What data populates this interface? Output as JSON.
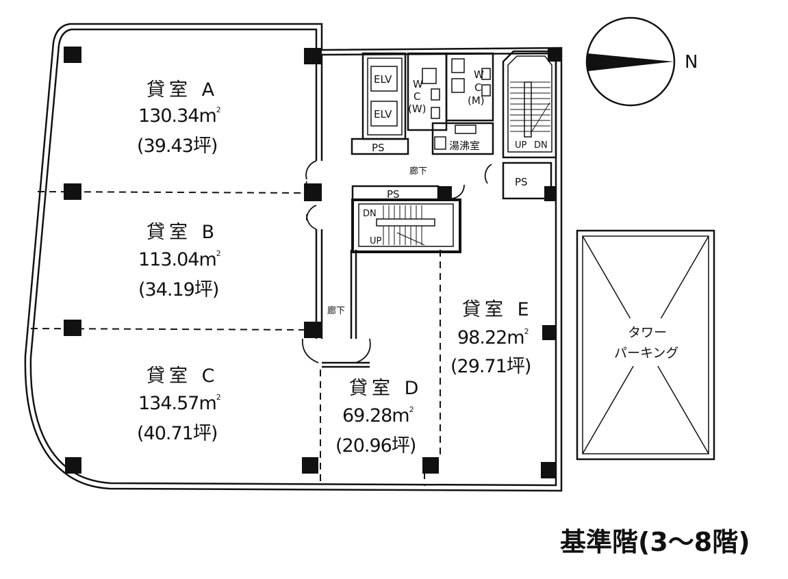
{
  "floor_title": "基準階(3〜8階)",
  "compass": {
    "label": "N"
  },
  "rooms": [
    {
      "id": "A",
      "name": "貸室 A",
      "area": "130.34m",
      "tsubo": "(39.43坪)"
    },
    {
      "id": "B",
      "name": "貸室 B",
      "area": "113.04m",
      "tsubo": "(34.19坪)"
    },
    {
      "id": "C",
      "name": "貸室 C",
      "area": "134.57m",
      "tsubo": "(40.71坪)"
    },
    {
      "id": "D",
      "name": "貸室 D",
      "area": "69.28m",
      "tsubo": "(20.96坪)"
    },
    {
      "id": "E",
      "name": "貸室 E",
      "area": "98.22m",
      "tsubo": "(29.71坪)"
    }
  ],
  "area_superscript": "2",
  "core": {
    "elevators": [
      "ELV",
      "ELV"
    ],
    "ps_labels": [
      "PS",
      "PS",
      "PS"
    ],
    "wc_women": [
      "W",
      "C",
      "(W)"
    ],
    "wc_men": [
      "W",
      "C",
      "(M)"
    ],
    "kitchenette": "湯沸室",
    "corridor": "廊下",
    "corridor_vertical": "廊下",
    "stairs_east": {
      "up": "UP",
      "down": "DN"
    },
    "stairs_center": {
      "up": "UP",
      "down": "DN"
    }
  },
  "tower_parking": {
    "line1": "タワー",
    "line2": "パーキング"
  }
}
